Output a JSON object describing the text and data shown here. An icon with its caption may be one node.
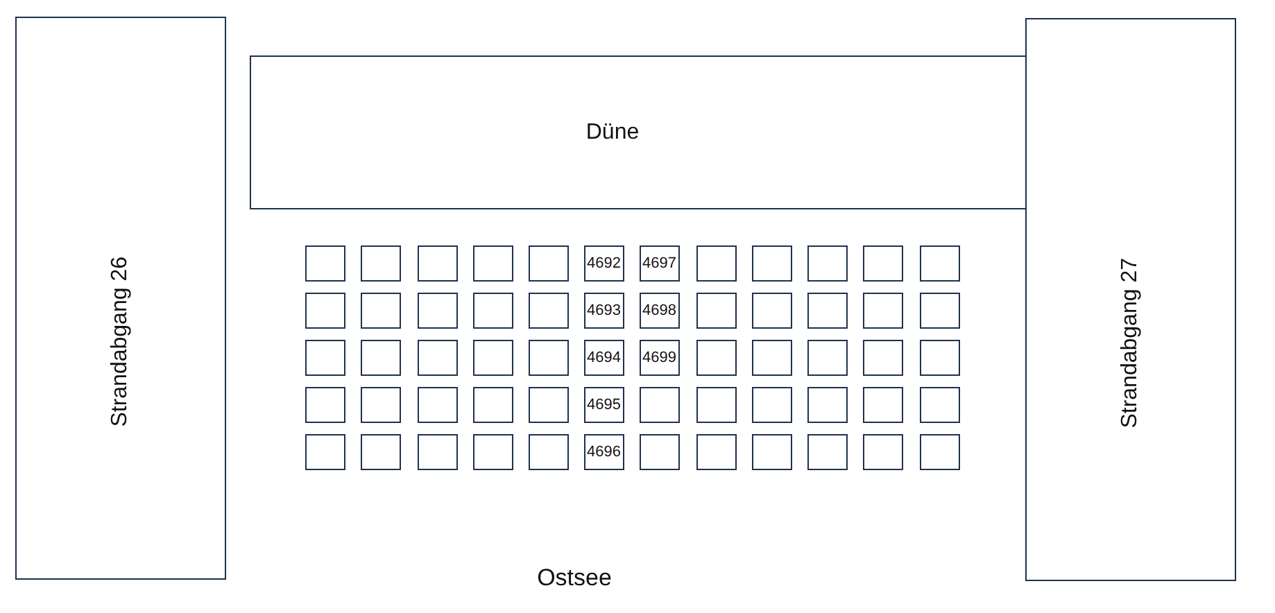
{
  "diagram": {
    "nodes": [
      {
        "text": [
          "Strandabgang 26"
        ]
      },
      {
        "text": [
          "Düne"
        ]
      },
      {
        "text": [
          "Strandabgang 27"
        ]
      },
      {
        "text": [],
        "shape": "box"
      },
      {
        "text": [],
        "shape": "box"
      },
      {
        "text": [],
        "shape": "box"
      },
      {
        "text": [],
        "shape": "box"
      },
      {
        "text": [],
        "shape": "box"
      },
      {
        "text": [
          "4692"
        ]
      },
      {
        "text": [
          "4697"
        ]
      },
      {
        "text": [],
        "shape": "box"
      },
      {
        "text": [],
        "shape": "box"
      },
      {
        "text": [],
        "shape": "box"
      },
      {
        "text": [],
        "shape": "box"
      },
      {
        "text": [],
        "shape": "box"
      },
      {
        "text": [],
        "shape": "box"
      },
      {
        "text": [],
        "shape": "box"
      },
      {
        "text": [],
        "shape": "box"
      },
      {
        "text": [],
        "shape": "box"
      },
      {
        "text": [],
        "shape": "box"
      },
      {
        "text": [
          "4693"
        ]
      },
      {
        "text": [
          "4698"
        ]
      },
      {
        "text": [],
        "shape": "box"
      },
      {
        "text": [],
        "shape": "box"
      },
      {
        "text": [],
        "shape": "box"
      },
      {
        "text": [],
        "shape": "box"
      },
      {
        "text": [],
        "shape": "box"
      },
      {
        "text": [],
        "shape": "box"
      },
      {
        "text": [],
        "shape": "box"
      },
      {
        "text": [],
        "shape": "box"
      },
      {
        "text": [],
        "shape": "box"
      },
      {
        "text": [],
        "shape": "box"
      },
      {
        "text": [
          "4694"
        ]
      },
      {
        "text": [
          "4699"
        ]
      },
      {
        "text": [],
        "shape": "box"
      },
      {
        "text": [],
        "shape": "box"
      },
      {
        "text": [],
        "shape": "box"
      },
      {
        "text": [],
        "shape": "box"
      },
      {
        "text": [],
        "shape": "box"
      },
      {
        "text": [],
        "shape": "box"
      },
      {
        "text": [],
        "shape": "box"
      },
      {
        "text": [],
        "shape": "box"
      },
      {
        "text": [],
        "shape": "box"
      },
      {
        "text": [],
        "shape": "box"
      },
      {
        "text": [
          "4695"
        ]
      },
      {
        "text": [],
        "shape": "box"
      },
      {
        "text": [],
        "shape": "box"
      },
      {
        "text": [],
        "shape": "box"
      },
      {
        "text": [],
        "shape": "box"
      },
      {
        "text": [],
        "shape": "box"
      },
      {
        "text": [],
        "shape": "box"
      },
      {
        "text": [],
        "shape": "box"
      },
      {
        "text": [],
        "shape": "box"
      },
      {
        "text": [],
        "shape": "box"
      },
      {
        "text": [],
        "shape": "box"
      },
      {
        "text": [],
        "shape": "box"
      },
      {
        "text": [
          "4696"
        ]
      },
      {
        "text": [],
        "shape": "box"
      },
      {
        "text": [],
        "shape": "box"
      },
      {
        "text": [],
        "shape": "box"
      },
      {
        "text": [],
        "shape": "box"
      },
      {
        "text": [],
        "shape": "box"
      },
      {
        "text": [],
        "shape": "box"
      }
    ],
    "labels": [
      "Ostsee"
    ]
  }
}
